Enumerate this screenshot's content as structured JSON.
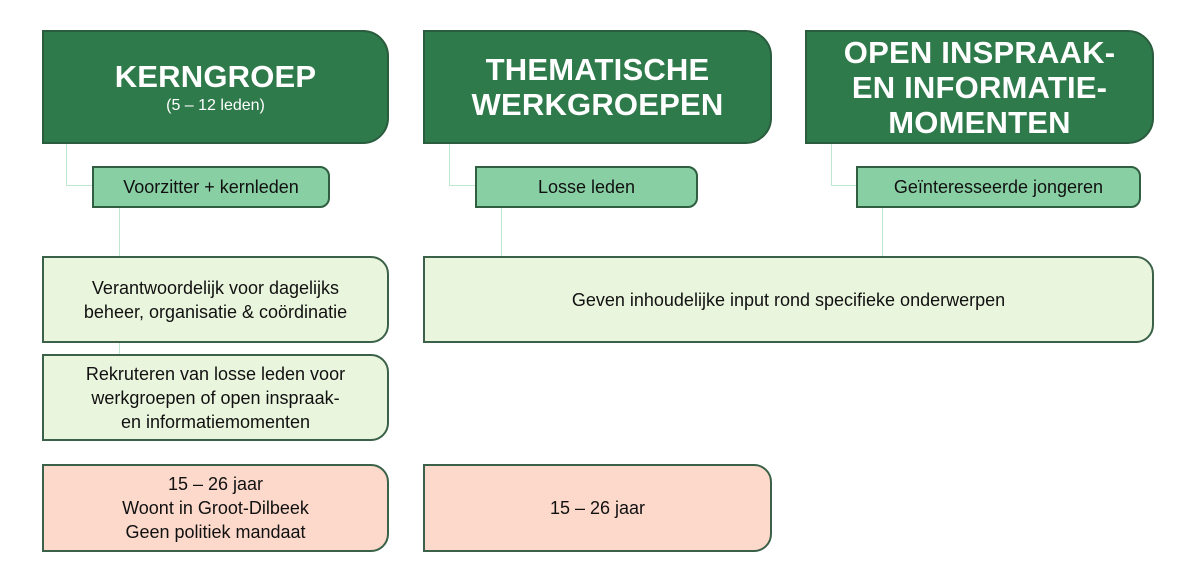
{
  "columns": [
    {
      "header": {
        "title_lines": [
          "KERNGROEP"
        ],
        "subtitle": "(5 – 12 leden)"
      },
      "role": "Voorzitter + kernleden"
    },
    {
      "header": {
        "title_lines": [
          "THEMATISCHE",
          "WERKGROEPEN"
        ],
        "subtitle": ""
      },
      "role": "Losse leden"
    },
    {
      "header": {
        "title_lines": [
          "OPEN INSPRAAK-",
          "EN INFORMATIE-",
          "MOMENTEN"
        ],
        "subtitle": ""
      },
      "role": "Geïnteresseerde jongeren"
    }
  ],
  "tasks": {
    "kerngroep": [
      {
        "lines": [
          "Verantwoordelijk voor dagelijks",
          "beheer, organisatie & coördinatie"
        ]
      },
      {
        "lines": [
          "Rekruteren van losse leden voor",
          "werkgroepen of open inspraak-",
          "en informatiemomenten"
        ]
      }
    ],
    "shared": {
      "lines": [
        "Geven inhoudelijke input rond specifieke onderwerpen"
      ]
    }
  },
  "requirements": {
    "kerngroep": {
      "lines": [
        "15 – 26 jaar",
        "Woont in Groot-Dilbeek",
        "Geen politiek mandaat"
      ]
    },
    "werkgroepen": {
      "lines": [
        "15 – 26 jaar"
      ]
    }
  },
  "colors": {
    "header_fill": "#2f7a4b",
    "role_fill": "#88cfa3",
    "task_fill": "#eaf5dd",
    "requirement_fill": "#fcd9cb",
    "connector": "#bfe7d0"
  }
}
